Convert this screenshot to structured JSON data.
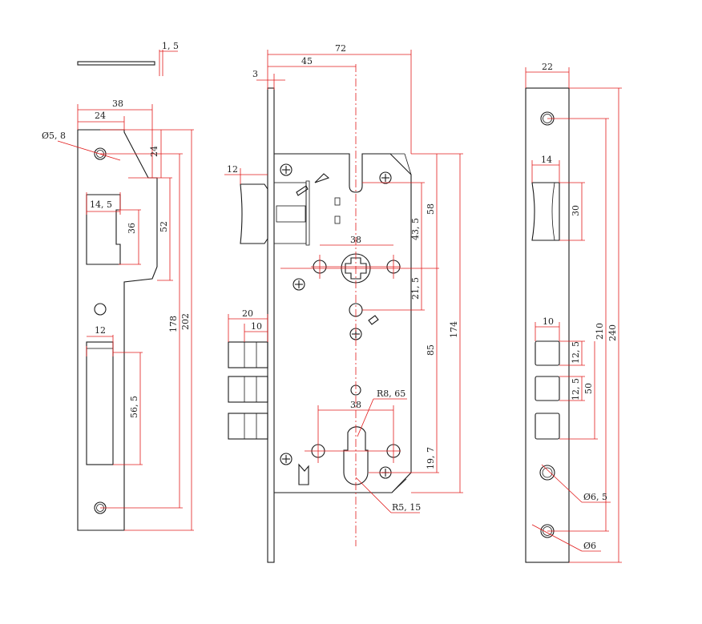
{
  "drawing": {
    "strike_plate": {
      "thickness": "1, 5",
      "width_total": "38",
      "width_partial": "24",
      "hole_dia": "Ø5, 8",
      "offset_top": "24",
      "latch_slot_w": "14, 5",
      "latch_slot_h": "36",
      "tongue_h": "52",
      "holes_dist": "178",
      "length": "202",
      "bolt_slot_w": "12",
      "bolt_slot_h": "56, 5"
    },
    "lock_body": {
      "overall": "72",
      "backset": "45",
      "faceplate_t": "3",
      "latch_projection": "12",
      "spindle_holes": "38",
      "cyl_holes": "38",
      "cyl_radius_top": "R8, 65",
      "cyl_radius_bot": "R5, 15",
      "dist_43": "43, 5",
      "dist_58": "58",
      "dist_21": "21, 5",
      "dist_85": "85",
      "dist_174": "174",
      "dist_19": "19, 7",
      "bolt_projection": "20",
      "bolt_width": "10"
    },
    "faceplate": {
      "width": "22",
      "latch_w": "14",
      "latch_h": "30",
      "bolt_w": "10",
      "bolt_pitch_1": "12, 5",
      "bolt_pitch_2": "12, 5",
      "bolt_span": "50",
      "dist_210": "210",
      "length": "240",
      "hole_big": "Ø6, 5",
      "hole_small": "Ø6"
    }
  }
}
